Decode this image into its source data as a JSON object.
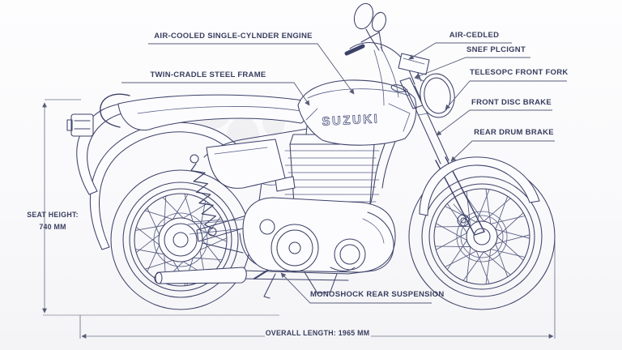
{
  "diagram": {
    "brand": "SUZUKI",
    "callouts": {
      "engine": "AIR-COOLED SINGLE-CYLNDER ENGINE",
      "frame": "TWIN-CRADLE STEEL FRAME",
      "air_cooled": "AIR-CEDLED",
      "snef": "SNEF PLCIGNT",
      "front_fork": "TELESOPC FRONT FORK",
      "front_brake": "FRONT DISC BRAKE",
      "rear_brake": "REAR DRUM BRAKE",
      "rear_suspension": "MONOSHOCK REAR SUSPENSION"
    },
    "dimensions": {
      "seat_height_label": "SEAT HEIGHT:",
      "seat_height_value": "740 MM",
      "overall_length": "OVERALL LENGTH: 1965 MM"
    },
    "colors": {
      "ink": "#3d4269",
      "label_text": "#383d5e",
      "dimension_lines": "#6b7089",
      "background": "#fbfbfc"
    }
  }
}
